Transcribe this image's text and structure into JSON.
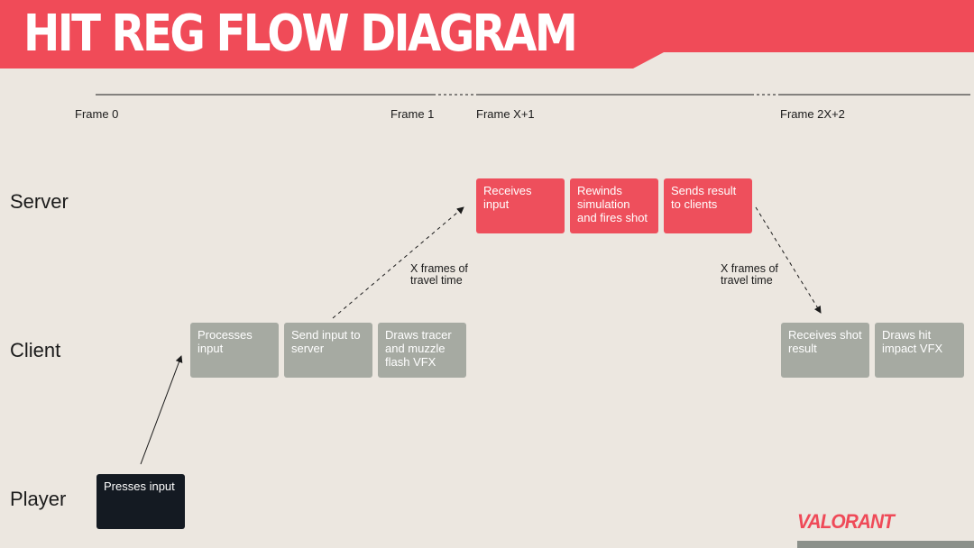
{
  "title": "HIT REG FLOW DIAGRAM",
  "timeline": {
    "frames": [
      "Frame 0",
      "Frame 1",
      "Frame X+1",
      "Frame 2X+2"
    ]
  },
  "rows": {
    "server": "Server",
    "client": "Client",
    "player": "Player"
  },
  "player_steps": [
    "Presses input"
  ],
  "client_steps": [
    "Processes input",
    "Send input to server",
    "Draws tracer and muzzle flash VFX",
    "Receives shot result",
    "Draws hit impact VFX"
  ],
  "server_steps": [
    "Receives input",
    "Rewinds simulation and fires shot",
    "Sends result to clients"
  ],
  "travel_notes": [
    "X frames of travel time",
    "X frames of travel time"
  ],
  "brand": "VALORANT",
  "colors": {
    "banner": "#f04b58",
    "server_box": "#ee4f5c",
    "client_box": "#a6aaa2",
    "player_box": "#141a22",
    "background": "#ece7e0"
  }
}
